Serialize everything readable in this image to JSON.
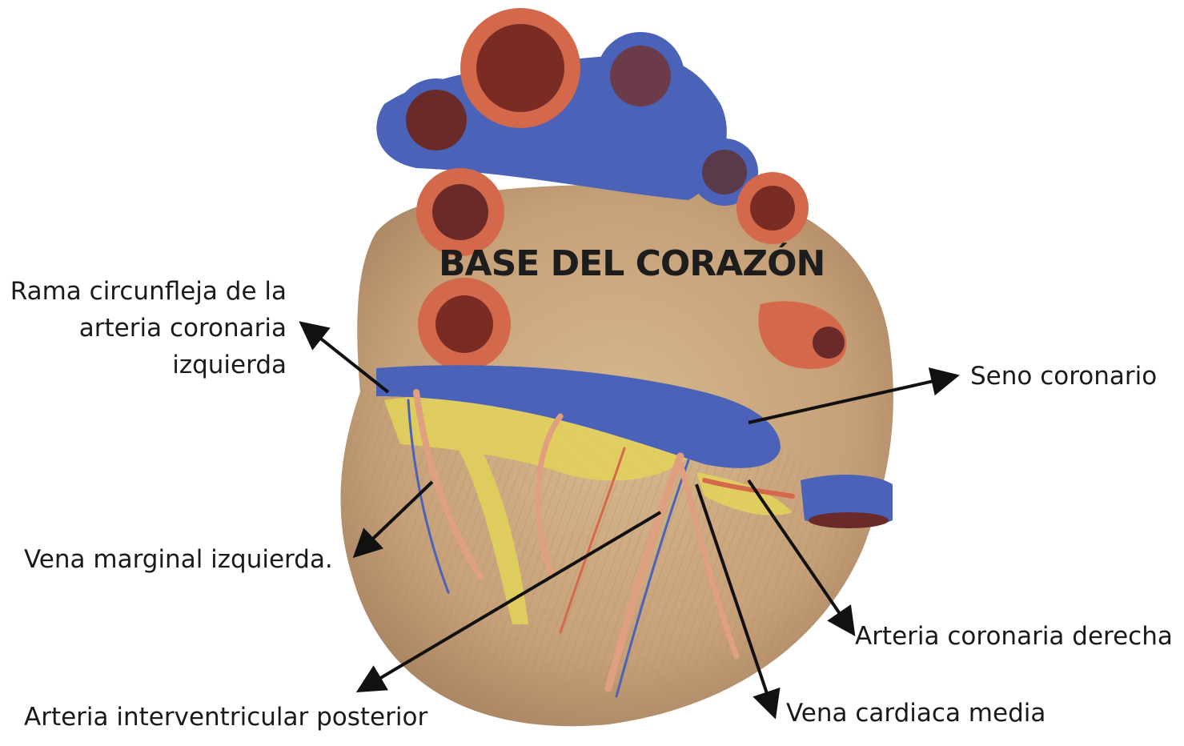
{
  "diagram": {
    "title": "BASE DEL CORAZÓN",
    "labels": {
      "rama_circunfleja": [
        "Rama circunfleja de la",
        "arteria coronaria",
        "izquierda"
      ],
      "seno_coronario": "Seno coronario",
      "vena_marginal": "Vena marginal izquierda.",
      "arteria_coronaria_derecha": "Arteria coronaria derecha",
      "arteria_interventricular": "Arteria interventricular posterior",
      "vena_cardiaca_media": "Vena cardiaca media"
    },
    "colors": {
      "heart": "#c9a57c",
      "vein": "#4a63b8",
      "artery": "#d4684a",
      "fat": "#e3d35a",
      "arrow": "#111111"
    }
  }
}
